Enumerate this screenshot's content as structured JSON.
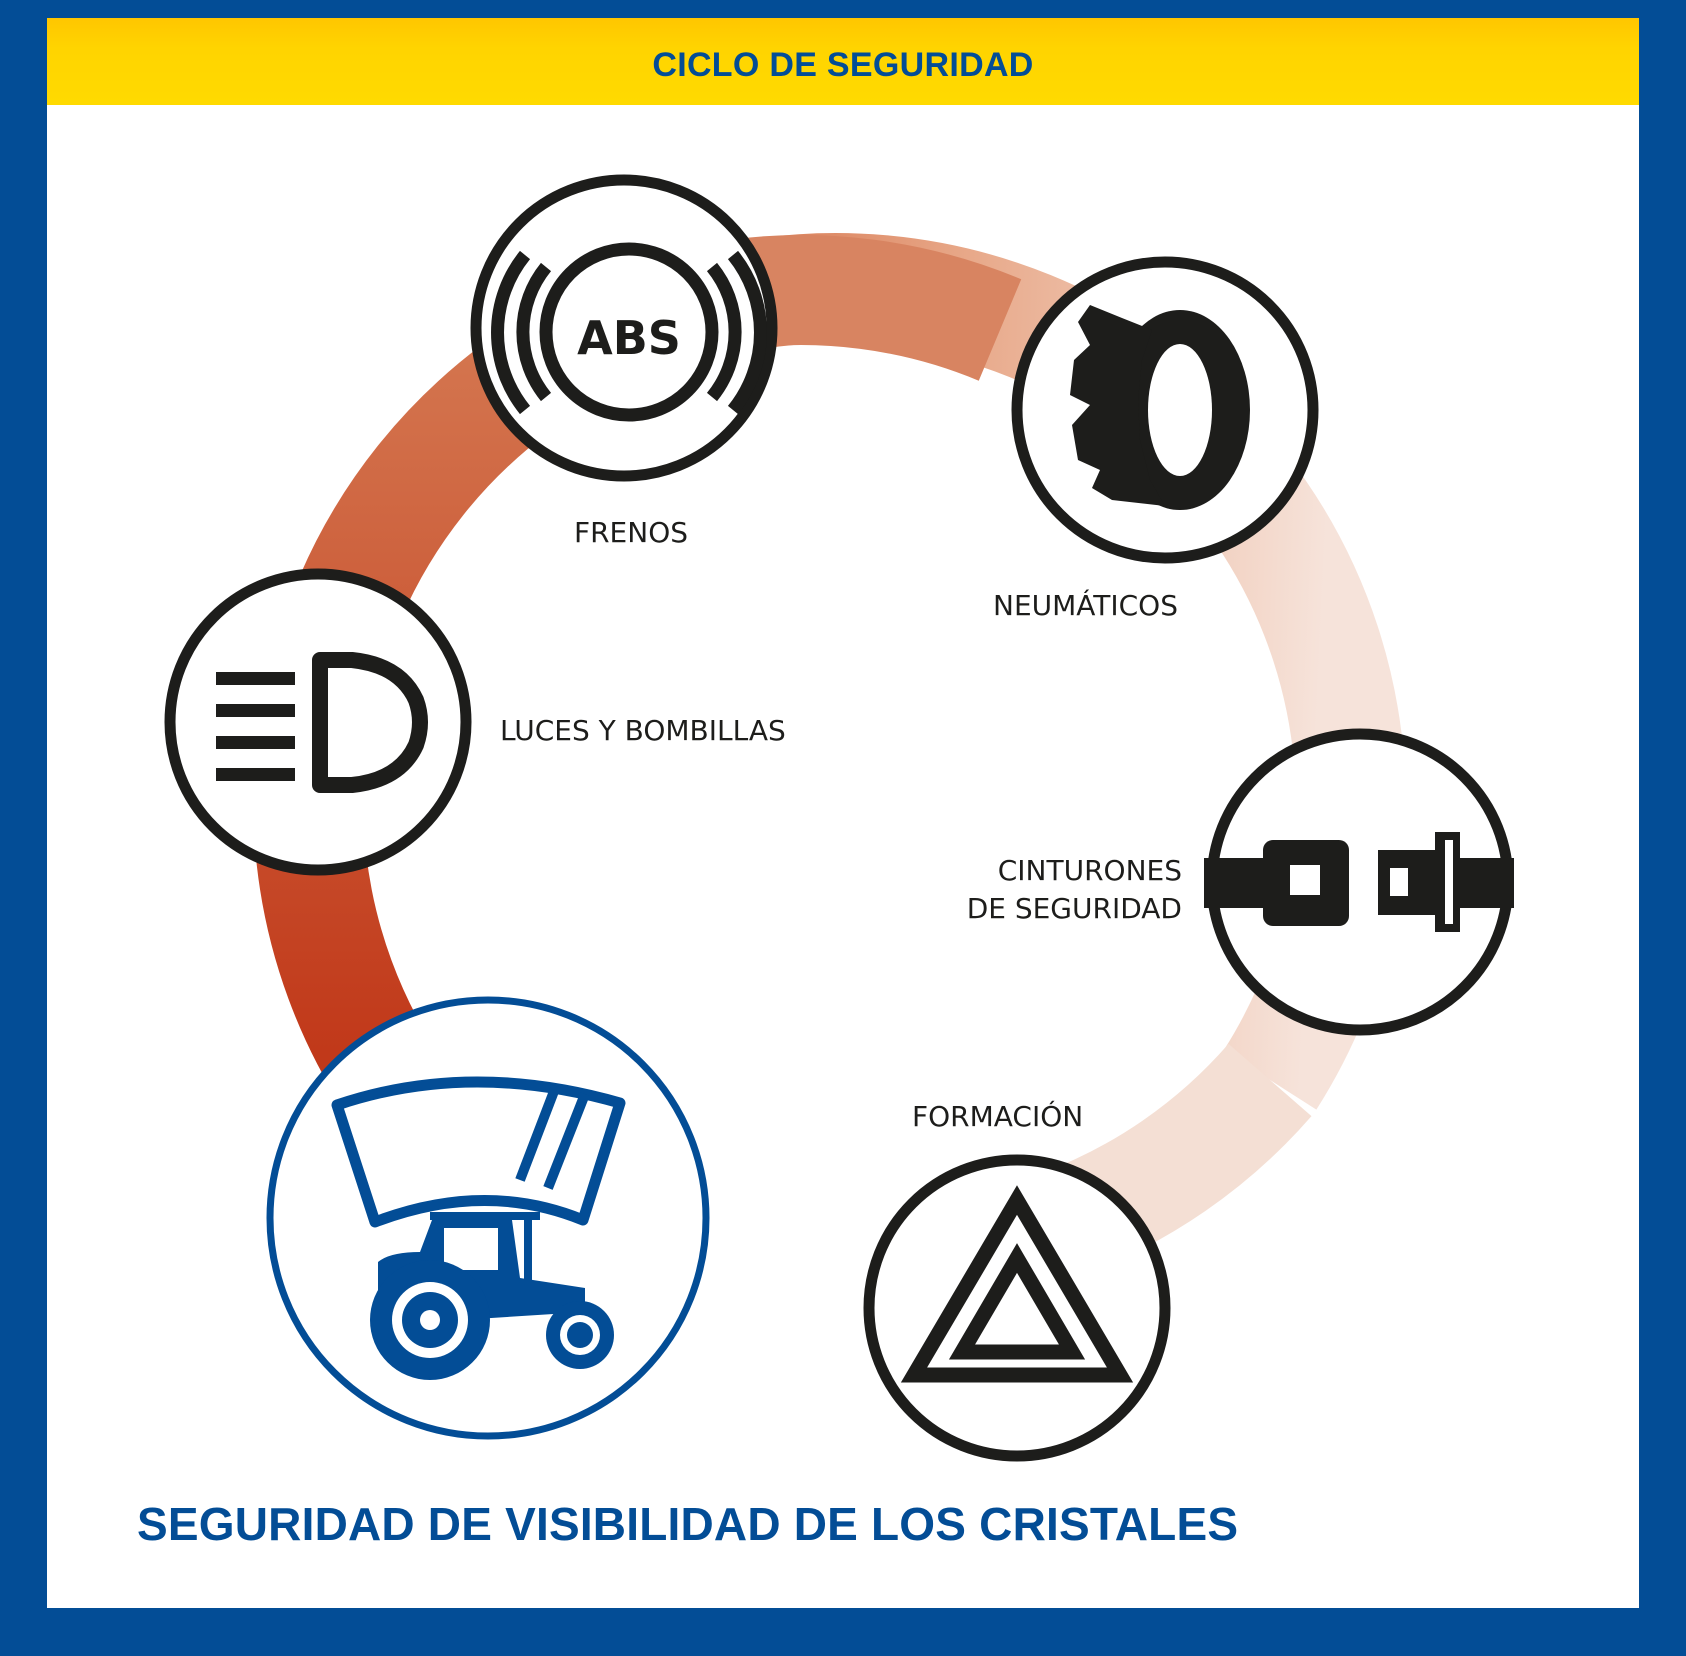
{
  "header": {
    "title": "CICLO DE SEGURIDAD"
  },
  "cycle_items": [
    {
      "label": "FRENOS",
      "icon": "abs-brake-icon",
      "icon_text": "ABS"
    },
    {
      "label": "NEUMÁTICOS",
      "icon": "tyre-icon"
    },
    {
      "label_lines": [
        "CINTURONES",
        "DE SEGURIDAD"
      ],
      "icon": "seatbelt-icon"
    },
    {
      "label": "FORMACIÓN",
      "icon": "warning-triangle-icon"
    },
    {
      "label": "SEGURIDAD DE VISIBILIDAD DE LOS CRISTALES",
      "icon": "windshield-tractor-icon",
      "highlighted": true
    },
    {
      "label": "LUCES Y BOMBILLAS",
      "icon": "headlight-icon"
    }
  ],
  "colors": {
    "frame_blue": "#034d96",
    "banner_yellow": "#ffd400",
    "ring_dark": "#c1391a",
    "ring_light": "#f6e3da",
    "icon_black": "#1d1d1b"
  }
}
